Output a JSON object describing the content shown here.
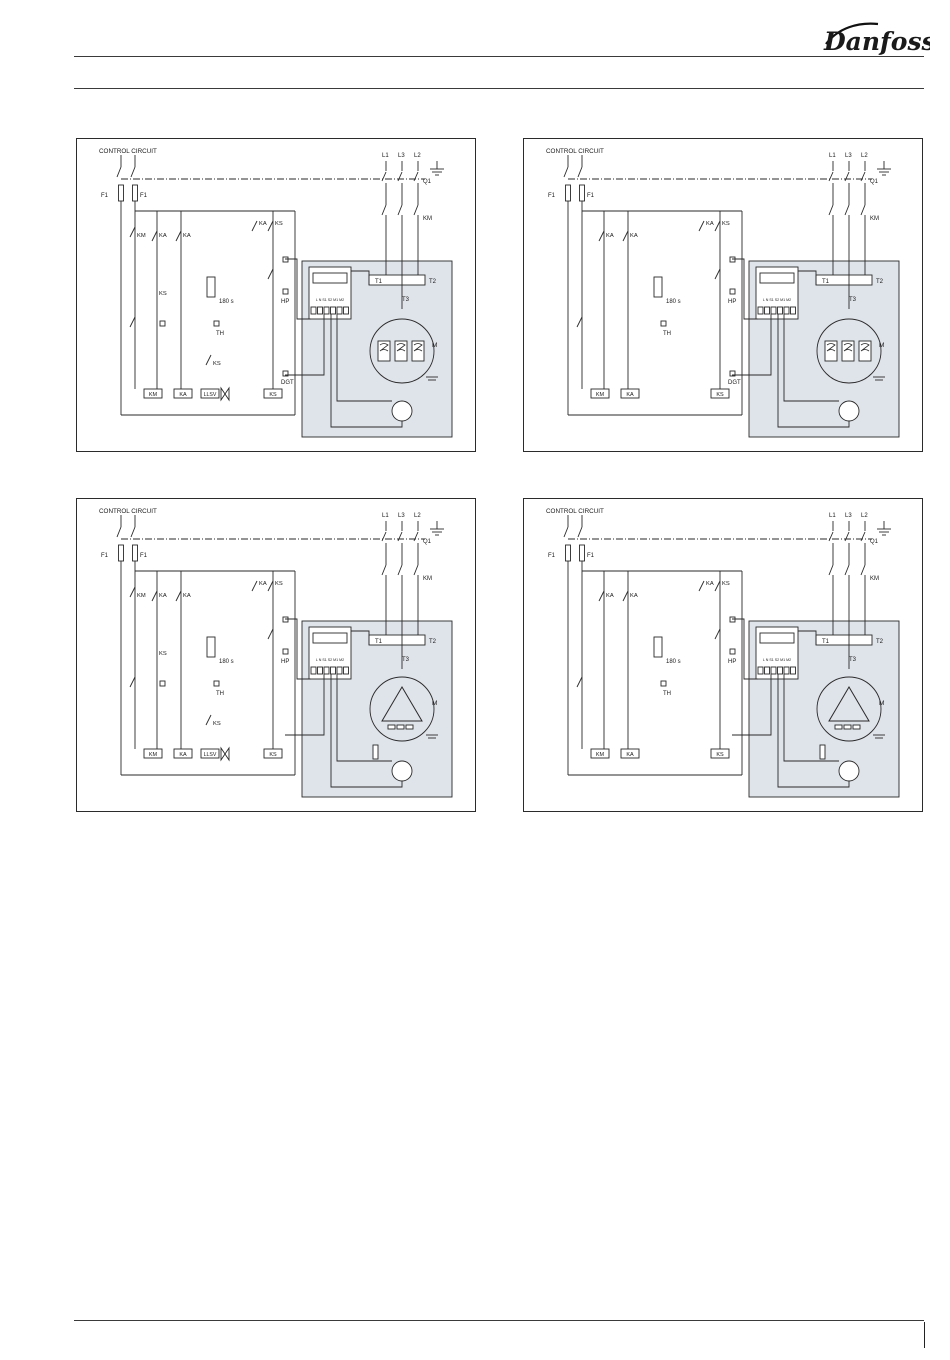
{
  "header": {
    "brand": "Danfoss"
  },
  "colors": {
    "box_fill": "#dfe3ea",
    "line": "#2a2a2a",
    "rule": "#3a3a3a"
  },
  "diagrams": [
    {
      "variant": "single-phase-llsv-dgt",
      "labels": {
        "control_circuit": "CONTROL CIRCUIT",
        "l1": "L1",
        "l3": "L3",
        "l2": "L2",
        "q1": "Q1",
        "km_main": "KM",
        "f1_left": "F1",
        "f1_right": "F1",
        "km_contact": "KM",
        "ka_contact1": "KA",
        "ka_contact2": "KA",
        "ka_top": "KA",
        "ks_top": "KS",
        "ks_mid": "KS",
        "ks_low": "KS",
        "timer": "180 s",
        "th": "TH",
        "hp": "HP",
        "dgt": "DGT",
        "coil_km": "KM",
        "coil_ka": "KA",
        "coil_llsv": "LLSV",
        "coil_ks": "KS",
        "t1": "T1",
        "t2": "T2",
        "t3": "T3",
        "m": "M",
        "terminal_strip": "L N S1 S2 M1 M2"
      }
    },
    {
      "variant": "single-phase-dgt",
      "labels": {
        "control_circuit": "CONTROL CIRCUIT",
        "l1": "L1",
        "l3": "L3",
        "l2": "L2",
        "q1": "Q1",
        "km_main": "KM",
        "f1_left": "F1",
        "f1_right": "F1",
        "ka_contact1": "KA",
        "ka_contact2": "KA",
        "ka_top": "KA",
        "ks_top": "KS",
        "timer": "180 s",
        "th": "TH",
        "hp": "HP",
        "dgt": "DGT",
        "coil_km": "KM",
        "coil_ka": "KA",
        "coil_ks": "KS",
        "t1": "T1",
        "t2": "T2",
        "t3": "T3",
        "m": "M",
        "terminal_strip": "L N S1 S2 M1 M2"
      }
    },
    {
      "variant": "delta-llsv",
      "labels": {
        "control_circuit": "CONTROL CIRCUIT",
        "l1": "L1",
        "l3": "L3",
        "l2": "L2",
        "q1": "Q1",
        "km_main": "KM",
        "f1_left": "F1",
        "f1_right": "F1",
        "km_contact": "KM",
        "ka_contact1": "KA",
        "ka_contact2": "KA",
        "ka_top": "KA",
        "ks_top": "KS",
        "ks_mid": "KS",
        "ks_low": "KS",
        "timer": "180 s",
        "th": "TH",
        "hp": "HP",
        "coil_km": "KM",
        "coil_ka": "KA",
        "coil_llsv": "LLSV",
        "coil_ks": "KS",
        "t1": "T1",
        "t2": "T2",
        "t3": "T3",
        "m": "M",
        "terminal_strip": "L N S1 S2 M1 M2"
      }
    },
    {
      "variant": "delta",
      "labels": {
        "control_circuit": "CONTROL CIRCUIT",
        "l1": "L1",
        "l3": "L3",
        "l2": "L2",
        "q1": "Q1",
        "km_main": "KM",
        "f1_left": "F1",
        "f1_right": "F1",
        "ka_contact1": "KA",
        "ka_contact2": "KA",
        "ka_top": "KA",
        "ks_top": "KS",
        "timer": "180 s",
        "th": "TH",
        "hp": "HP",
        "coil_km": "KM",
        "coil_ka": "KA",
        "coil_ks": "KS",
        "t1": "T1",
        "t2": "T2",
        "t3": "T3",
        "m": "M",
        "terminal_strip": "L N S1 S2 M1 M2"
      }
    }
  ]
}
